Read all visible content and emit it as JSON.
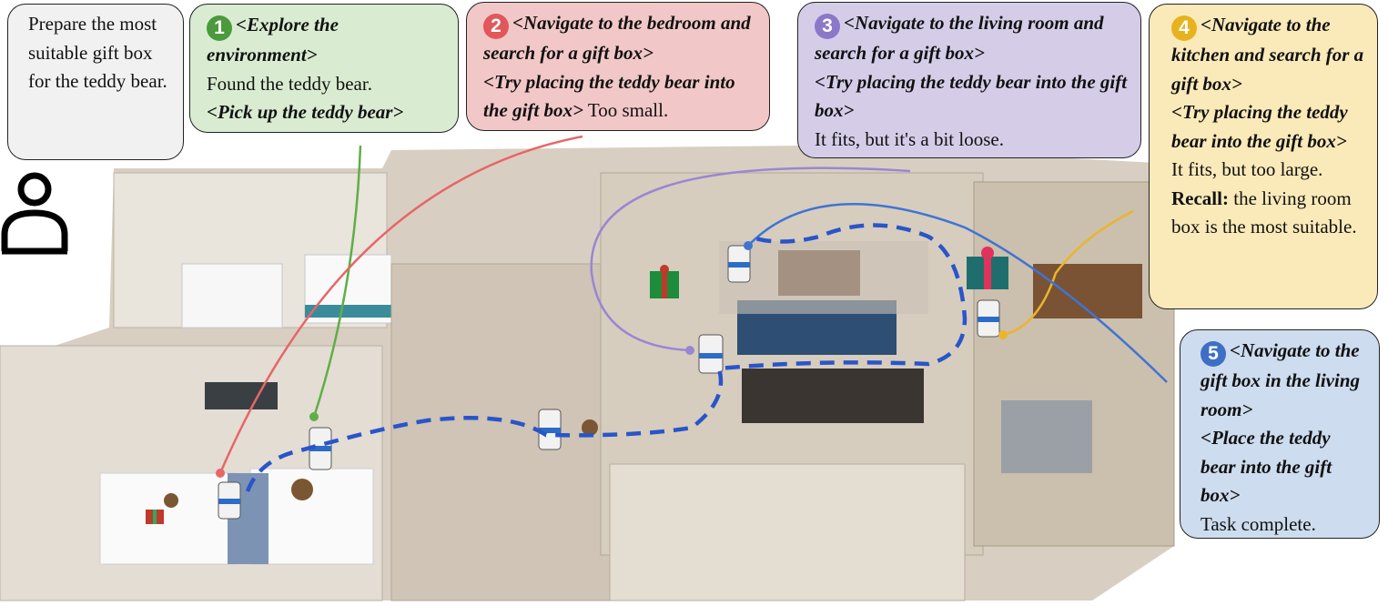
{
  "instruction": {
    "text": "Prepare the most suitable gift box for the teddy bear."
  },
  "icons": {
    "person": "person-outline-icon"
  },
  "steps": [
    {
      "number": "1",
      "color": "#4b9a3c",
      "action1": "<Explore the environment>",
      "text1": "Found the teddy bear.",
      "action2": "<Pick up the teddy bear>",
      "text2": ""
    },
    {
      "number": "2",
      "color": "#e0585a",
      "action1": "<Navigate to the bedroom and search for a gift box>",
      "text1": "",
      "action2": "<Try placing the teddy bear into the gift box>",
      "text2": "Too small."
    },
    {
      "number": "3",
      "color": "#8b78c8",
      "action1": "<Navigate to the living room and search for a gift box>",
      "text1": "",
      "action2": "<Try placing the teddy bear into the gift box>",
      "text2": "It fits, but it's a bit loose."
    },
    {
      "number": "4",
      "color": "#e8b21f",
      "action1": "<Navigate to the kitchen and search for a gift box>",
      "text1": "",
      "action2": "<Try placing the teddy bear into the gift box>",
      "text2": "It fits, but too large.",
      "recall_label": "Recall:",
      "recall_text": "the living room box is the most suitable."
    },
    {
      "number": "5",
      "color": "#3f6fc4",
      "action1": "<Navigate to the gift box in the living room>",
      "text1": "",
      "action2": "<Place the teddy bear into the gift box>",
      "text2": "Task complete."
    }
  ],
  "path_color": "#2a55c9"
}
